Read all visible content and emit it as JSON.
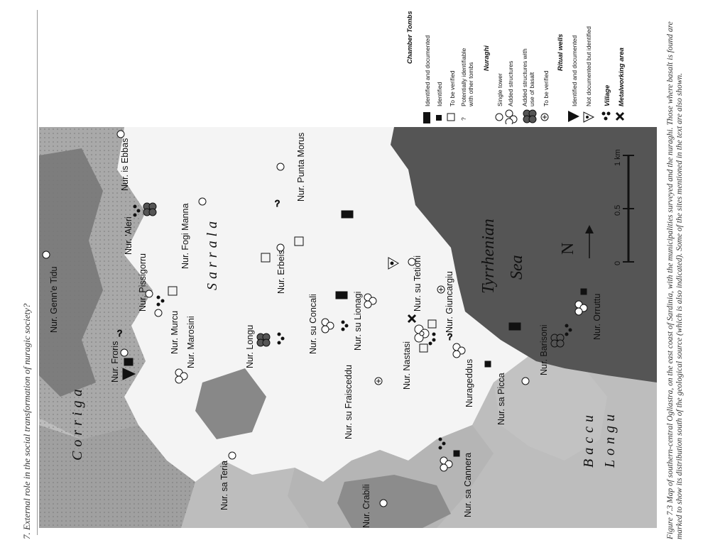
{
  "header": {
    "chapter_title": "7. External role in the social transformation of nuragic society?"
  },
  "caption": "Figure 7.3 Map of southern-central Ogliastra, on the east coast of Sardinia, with the municipalities surveyed and the nuraghi. Those where basalt is found are marked to show its distribution south of the geological source (which is also indicated). Some of the sites mentioned in the text are also shown.",
  "map": {
    "regions": {
      "sarrala": "Sarrala",
      "corriga": "Corriga",
      "baccu": "Baccu",
      "longu": "Longu",
      "sea_1": "Tyrrhenian",
      "sea_2": "Sea"
    },
    "sites": {
      "is_ebbas": "Nur. is Ebbas",
      "aleri": "Nur. 'Aleri",
      "genne_tidu": "Nur. Genn'e Tidu",
      "fogi_manna": "Nur. Fogi Manna",
      "punta_morus": "Nur. Punta Morus",
      "pissigorru": "Nur. Pissigorru",
      "erbeis": "Nur. Erbeis",
      "murcu": "Nur. Murcu",
      "marosini": "Nur. Marosini",
      "froris": "Nur. Froris",
      "longu": "Nur. Longu",
      "su_concali": "Nur. su Concali",
      "su_tetioni": "Nur. su Tetioni",
      "giuncargiu": "Nur. Giuncargiu",
      "su_lionagi": "Nur. su Lionagi",
      "su_fraisceddu": "Nur. su Fraisceddu",
      "nastasi": "Nur. Nastasi",
      "nurageddus": "Nurageddus",
      "sa_picca": "Nur. sa Picca",
      "barisoni": "Nur. Barisoni",
      "orruttu": "Nur. Orruttu",
      "sa_teria": "Nur. sa Teria",
      "crabili": "Nur. Crabili",
      "sa_cannera": "Nur. sa Cannera"
    },
    "scale": {
      "zero": "0",
      "half": "0.5",
      "one": "1 km"
    },
    "north": "N"
  },
  "legend": {
    "chamber_tombs": "Chamber Tombs",
    "identified_documented": "Identified and documented",
    "identified": "Identified",
    "to_be_verified": "To be verified",
    "potentially": "Potentially identifiable",
    "potentially_2": "with other tombs",
    "nuraghi": "Nuraghi",
    "single_tower": "Single tower",
    "added_structures": "Added structures",
    "added_basalt": "Added structures with",
    "added_basalt_2": "use of basalt",
    "nur_to_be_verified": "To be verified",
    "ritual_wells": "Ritual wells",
    "rw_identified": "Identified and documented",
    "rw_not_documented": "Not documented but identified",
    "village": "Village",
    "metalworking": "Metalworking area",
    "question": "?"
  },
  "colors": {
    "sea": "#555555",
    "terrain_dark": "#8a8a8a",
    "terrain_mid": "#b0b0b0",
    "terrain_light": "#d4d4d4",
    "lowland": "#f7f7f7"
  }
}
